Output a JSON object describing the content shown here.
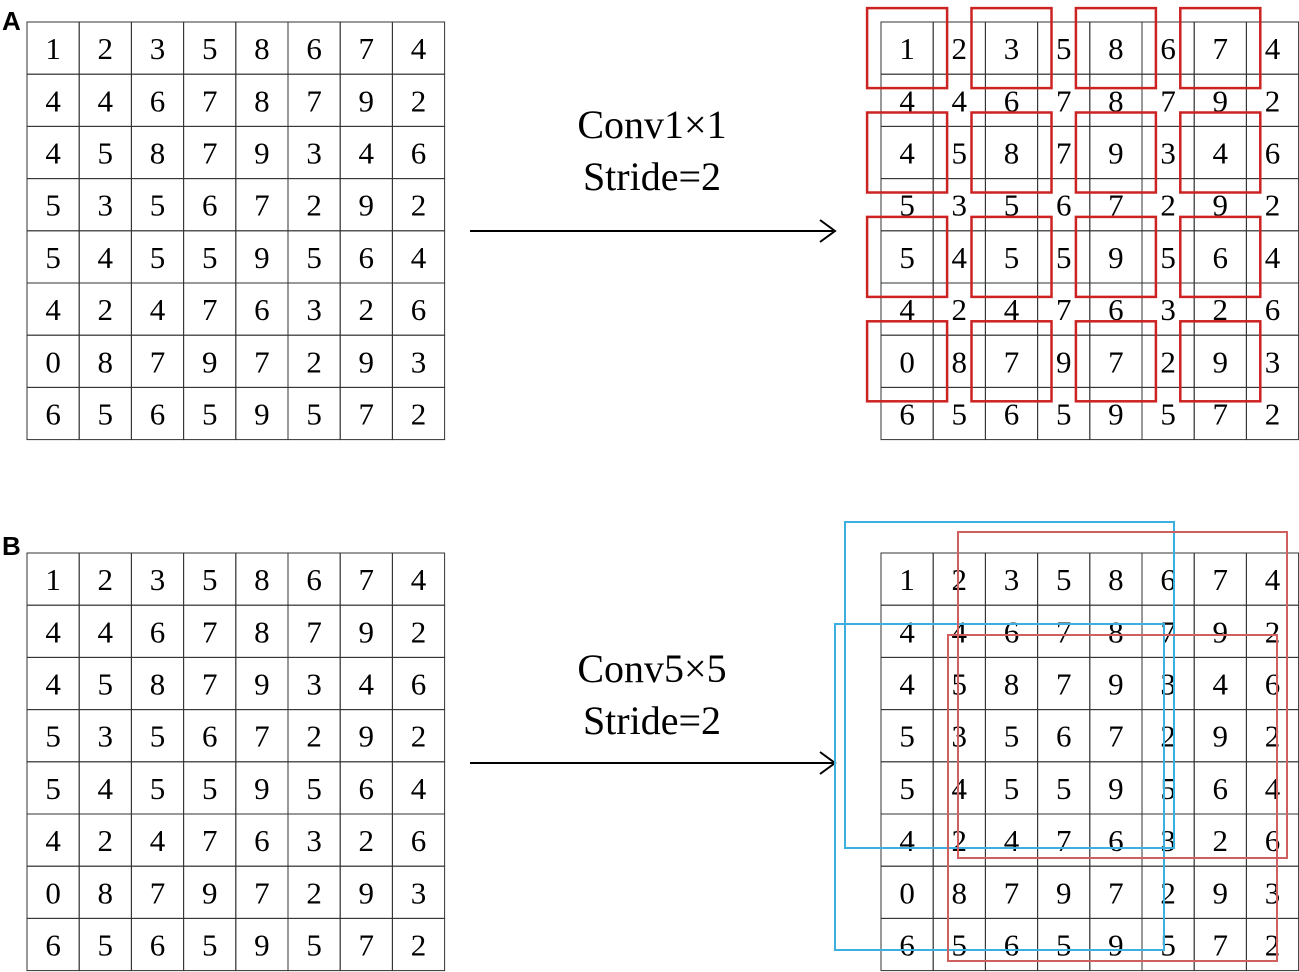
{
  "panels": [
    {
      "label": "A",
      "operation": "Conv1×1",
      "stride": "Stride=2",
      "window_size": 1,
      "window_color": "#cc2222"
    },
    {
      "label": "B",
      "operation": "Conv5×5",
      "stride": "Stride=2",
      "window_size": 5,
      "window_colors": {
        "first_row": "#3bb0e0",
        "second_col": "#d06060"
      }
    }
  ],
  "matrix": [
    [
      1,
      2,
      3,
      5,
      8,
      6,
      7,
      4
    ],
    [
      4,
      4,
      6,
      7,
      8,
      7,
      9,
      2
    ],
    [
      4,
      5,
      8,
      7,
      9,
      3,
      4,
      6
    ],
    [
      5,
      3,
      5,
      6,
      7,
      2,
      9,
      2
    ],
    [
      5,
      4,
      5,
      5,
      9,
      5,
      6,
      4
    ],
    [
      4,
      2,
      4,
      7,
      6,
      3,
      2,
      6
    ],
    [
      0,
      8,
      7,
      9,
      7,
      2,
      9,
      3
    ],
    [
      6,
      5,
      6,
      5,
      9,
      5,
      7,
      2
    ]
  ]
}
